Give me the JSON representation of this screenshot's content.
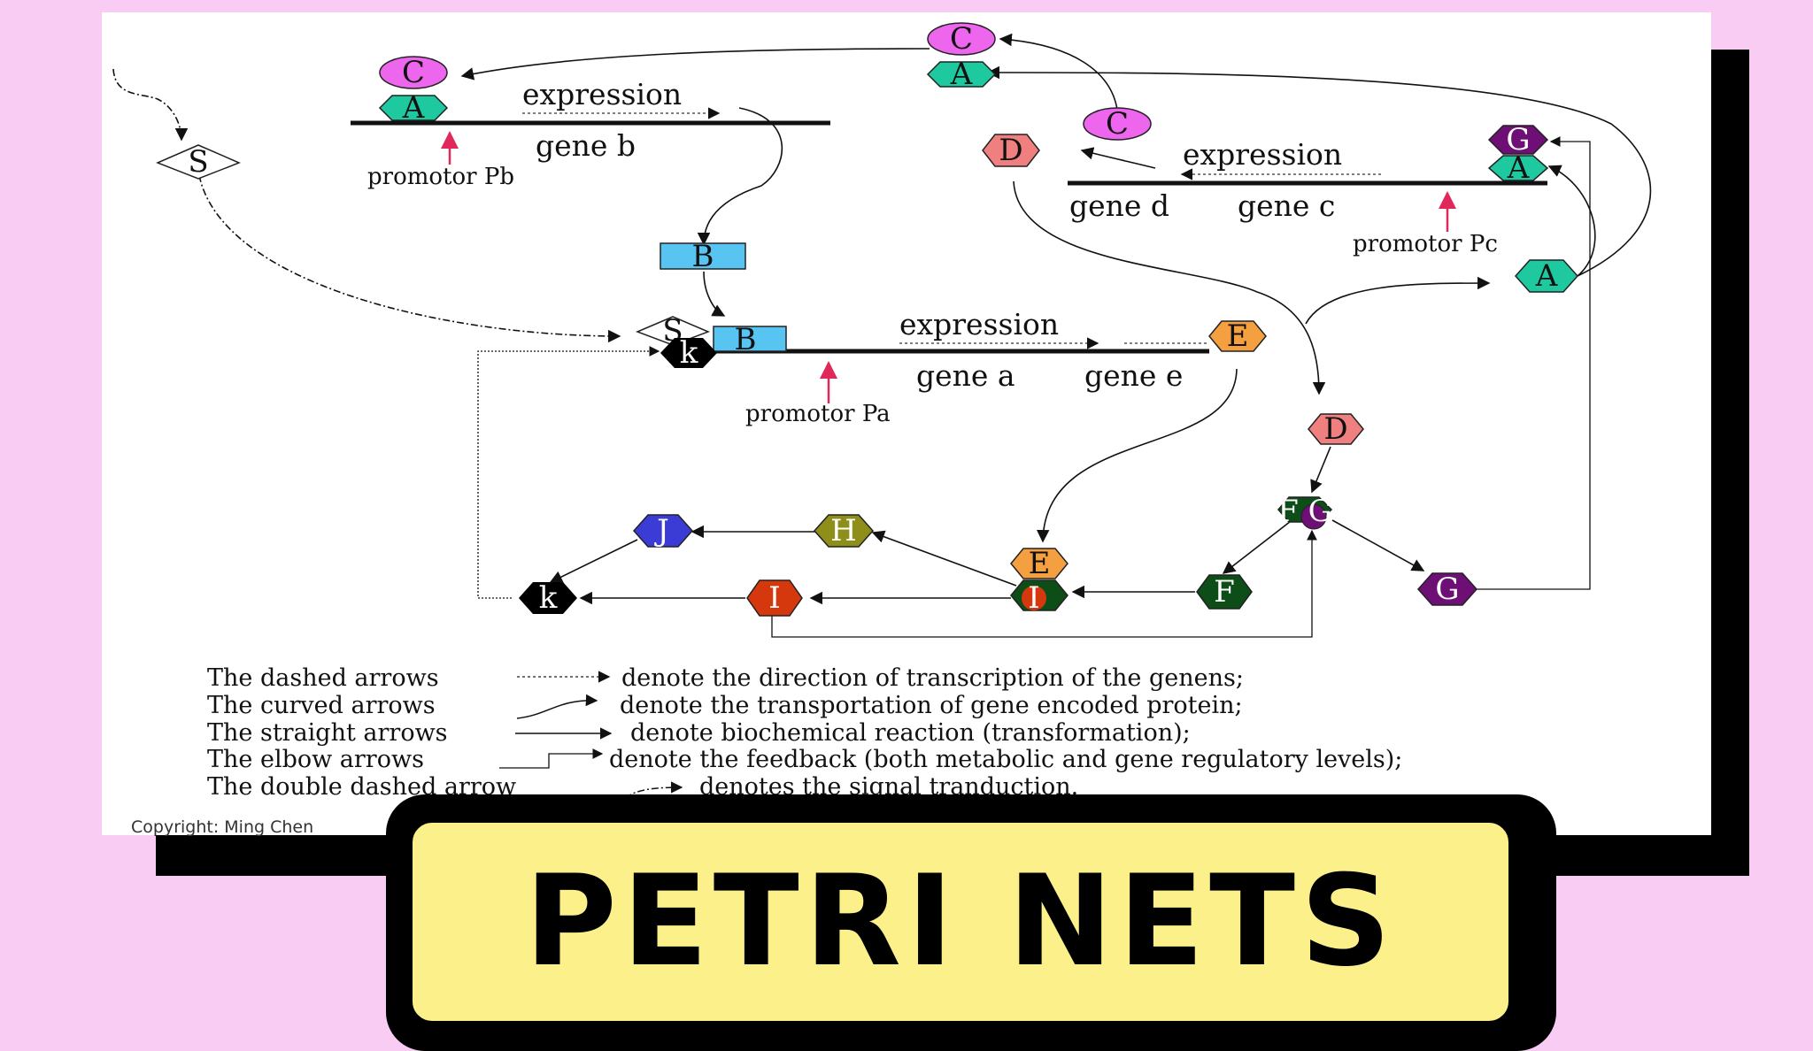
{
  "banner": {
    "title": "PETRI NETS"
  },
  "copyright": "Copyright: Ming Chen",
  "genes": [
    {
      "id": "b",
      "expression": "expression",
      "gene_label": "gene b",
      "promoter": "promotor Pb"
    },
    {
      "id": "dc",
      "expression": "expression",
      "gene_labels": [
        "gene d",
        "gene c"
      ],
      "promoter": "promotor Pc"
    },
    {
      "id": "ae",
      "expression": "expression",
      "gene_labels": [
        "gene a",
        "gene e"
      ],
      "promoter": "promotor Pa"
    }
  ],
  "nodes": {
    "C": "C",
    "A": "A",
    "B": "B",
    "D": "D",
    "E": "E",
    "F": "F",
    "G": "G",
    "H": "H",
    "I": "I",
    "J": "J",
    "k": "k",
    "S": "S",
    "FG": "F G"
  },
  "colors": {
    "C": "#ee66ee",
    "A": "#1fc9a0",
    "B": "#58c4f2",
    "D": "#f08080",
    "E": "#f5a040",
    "F": "#0d4d17",
    "G": "#6e0f76",
    "H": "#8e8e1a",
    "I": "#d4380c",
    "J": "#3b3bd6",
    "k": "#000000",
    "promoter_arrow": "#e0285a",
    "background": "#f9ccf3",
    "banner": "#fcf08a"
  },
  "legend": [
    {
      "label": "The dashed  arrows",
      "arrow": "dashed",
      "description": "denote the direction of transcription of the genens;"
    },
    {
      "label": "The curved arrows",
      "arrow": "curved",
      "description": "denote the transportation of gene encoded protein;"
    },
    {
      "label": "The straight arrows",
      "arrow": "straight",
      "description": "denote biochemical reaction (transformation);"
    },
    {
      "label": "The elbow arrows",
      "arrow": "elbow",
      "description": "denote the feedback (both metabolic and gene regulatory levels);"
    },
    {
      "label": "The double dashed arrow",
      "arrow": "double-dashed",
      "description": "denotes the signal tranduction."
    }
  ]
}
